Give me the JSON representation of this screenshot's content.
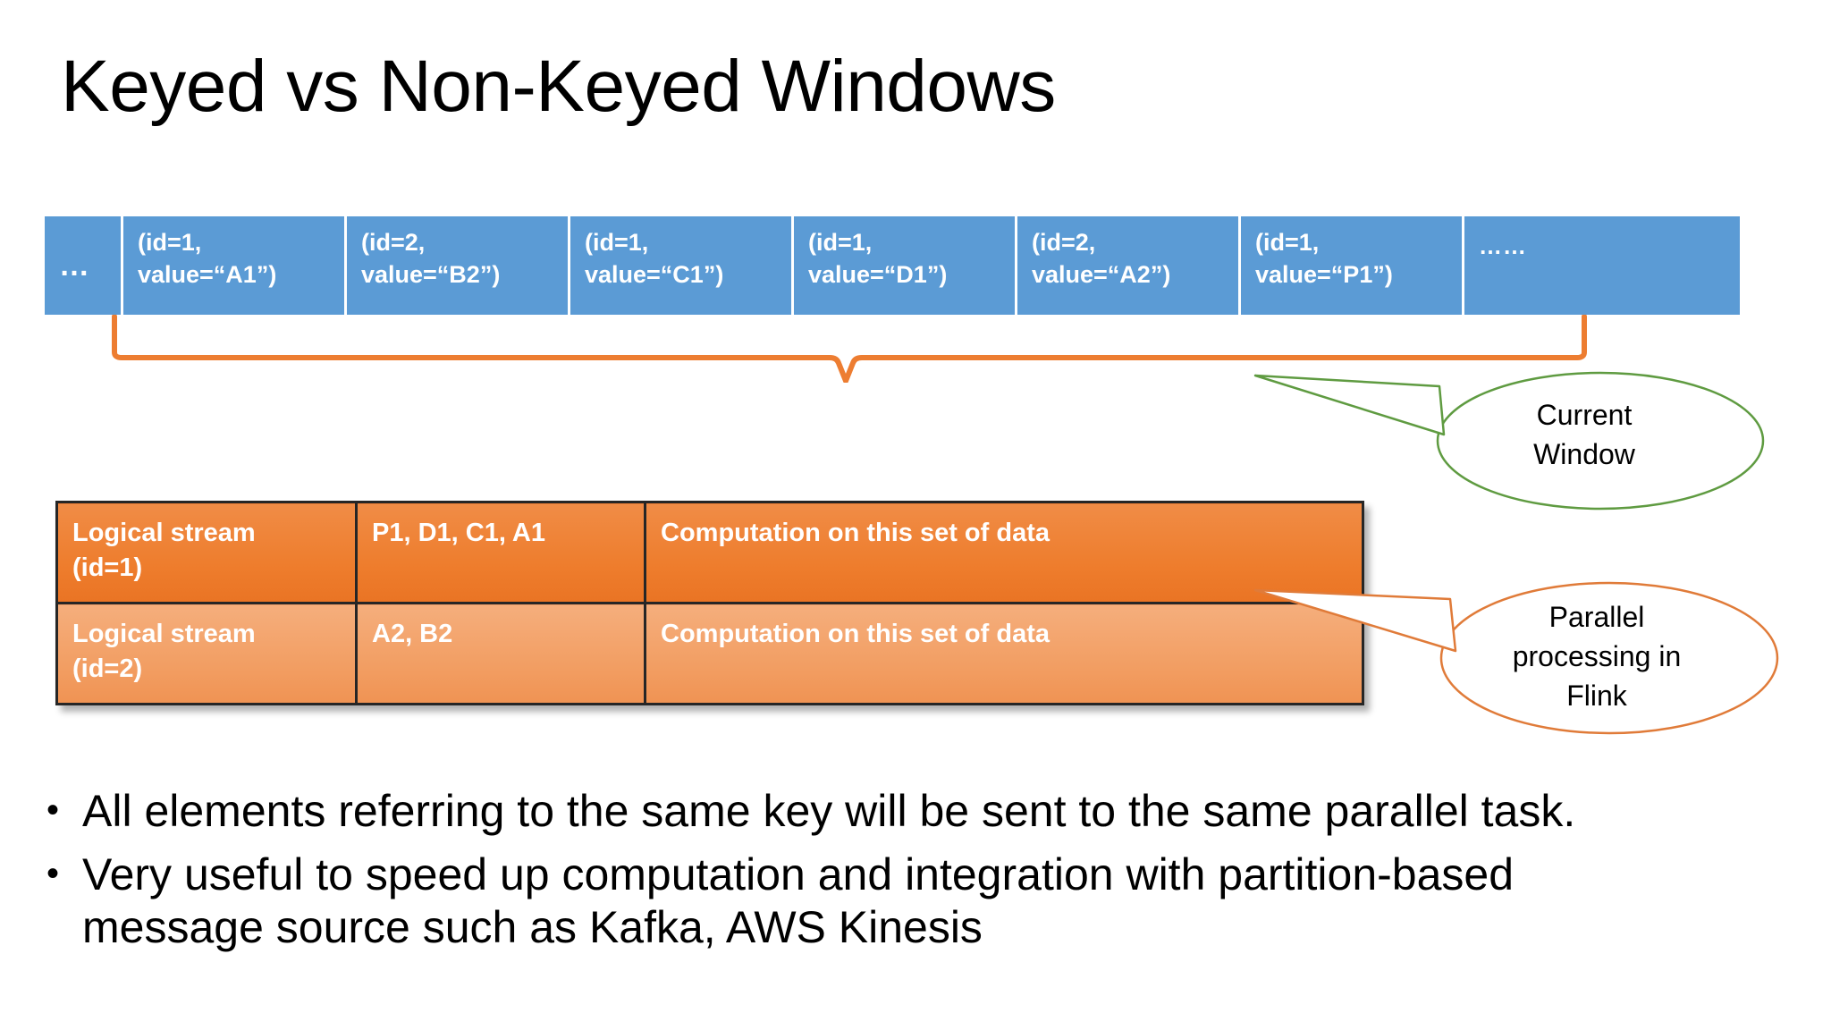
{
  "slide": {
    "title": "Keyed vs Non-Keyed Windows",
    "background_color": "#FFFFFF"
  },
  "colors": {
    "stream_blue": "#5B9BD5",
    "table_orange_dark": "#ED7D31",
    "table_orange_light": "#F2A065",
    "brace_orange": "#ED7D31",
    "callout_green": "#5F9B41",
    "callout_orange": "#E07B39",
    "text_dark": "#000000",
    "text_on_fill": "#FFFFFF"
  },
  "stream_row": {
    "name": "input-event-stream",
    "cells": [
      {
        "id": "leading-ellipsis",
        "label": "…",
        "kind": "ellipsis"
      },
      {
        "id": "event-a1",
        "label": "(id=1,\nvalue=“A1”)",
        "kind": "event",
        "key": "1",
        "value": "A1"
      },
      {
        "id": "event-b2",
        "label": "(id=2,\nvalue=“B2”)",
        "kind": "event",
        "key": "2",
        "value": "B2"
      },
      {
        "id": "event-c1",
        "label": "(id=1,\nvalue=“C1”)",
        "kind": "event",
        "key": "1",
        "value": "C1"
      },
      {
        "id": "event-d1",
        "label": "(id=1,\nvalue=“D1”)",
        "kind": "event",
        "key": "1",
        "value": "D1"
      },
      {
        "id": "event-a2",
        "label": "(id=2,\nvalue=“A2”)",
        "kind": "event",
        "key": "2",
        "value": "A2"
      },
      {
        "id": "event-p1",
        "label": "(id=1,\nvalue=“P1”)",
        "kind": "event",
        "key": "1",
        "value": "P1"
      },
      {
        "id": "trailing-ellipsis",
        "label": "……",
        "kind": "ellipsis"
      }
    ]
  },
  "window_brace": {
    "name": "current-window-brace",
    "color": "#ED7D31"
  },
  "logical_table": {
    "name": "keyed-logical-streams-table",
    "rows": [
      {
        "shade": "dark",
        "stream_label": "Logical stream\n(id=1)",
        "items": "P1, D1, C1, A1",
        "computation": "Computation on this set of data"
      },
      {
        "shade": "light",
        "stream_label": "Logical stream\n(id=2)",
        "items": "A2, B2",
        "computation": "Computation on this set of data"
      }
    ]
  },
  "callouts": [
    {
      "id": "current-window",
      "text": "Current\nWindow",
      "color": "#5F9B41"
    },
    {
      "id": "parallel-processing",
      "text": "Parallel\nprocessing in\nFlink",
      "color": "#E07B39"
    }
  ],
  "bullets": [
    {
      "marker": "•",
      "text": "All elements referring to the same key will be sent to the same parallel task."
    },
    {
      "marker": "•",
      "text": "Very useful to speed up computation and integration with partition-based\nmessage source such as Kafka, AWS Kinesis"
    }
  ]
}
